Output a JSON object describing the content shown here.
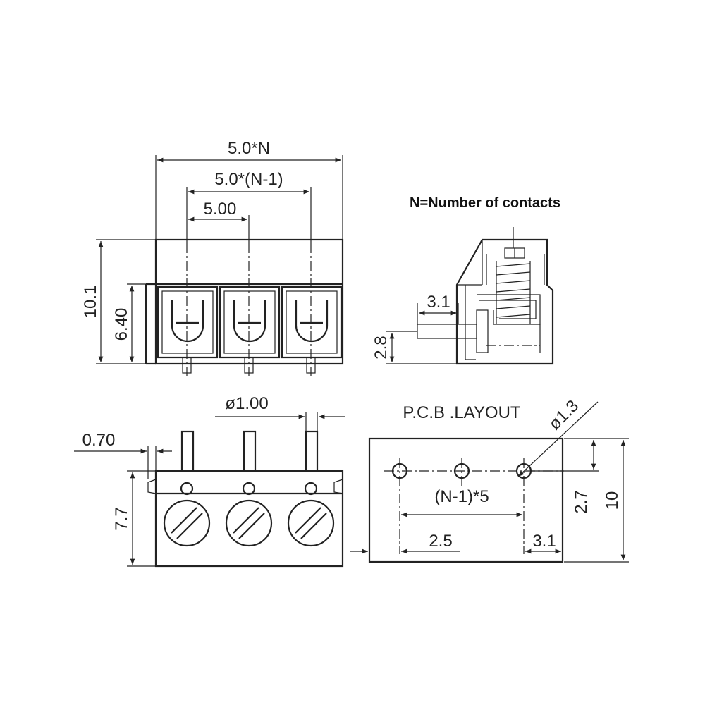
{
  "note": "N=Number of contacts",
  "front_view": {
    "width_total": "5.0*N",
    "width_pitch_span": "5.0*(N-1)",
    "pitch": "5.00",
    "height_total": "10.1",
    "height_opening": "6.40"
  },
  "side_view": {
    "pin_length": "3.1",
    "pin_height": "2.8"
  },
  "bottom_view": {
    "pin_diameter": "ø1.00",
    "offset": "0.70",
    "height": "7.7"
  },
  "pcb_layout": {
    "title": "P.C.B .LAYOUT",
    "hole_diameter": "ø1.3",
    "pitch_span": "(N-1)*5",
    "edge_left": "2.5",
    "edge_right": "3.1",
    "hole_row_offset": "2.7",
    "depth": "10"
  }
}
